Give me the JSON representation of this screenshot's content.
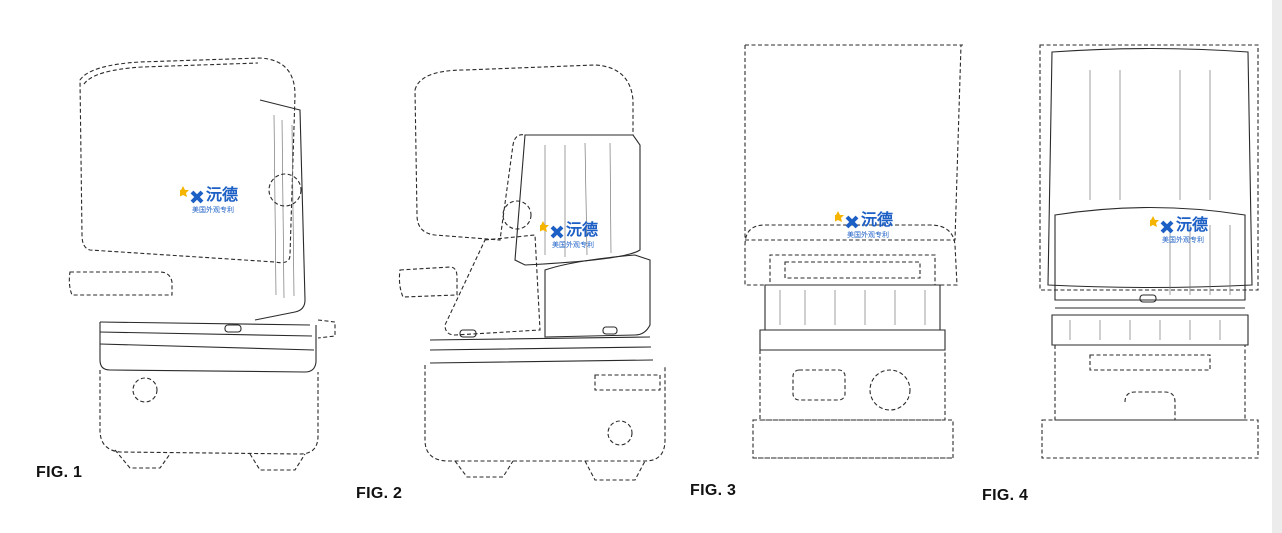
{
  "figures": [
    {
      "label": "FIG. 1"
    },
    {
      "label": "FIG. 2"
    },
    {
      "label": "FIG. 3"
    },
    {
      "label": "FIG. 4"
    }
  ],
  "watermark": {
    "text": "沅德",
    "subtext": "美国外观专利",
    "color": "#1c5fc5",
    "star_color": "#f4b400"
  }
}
